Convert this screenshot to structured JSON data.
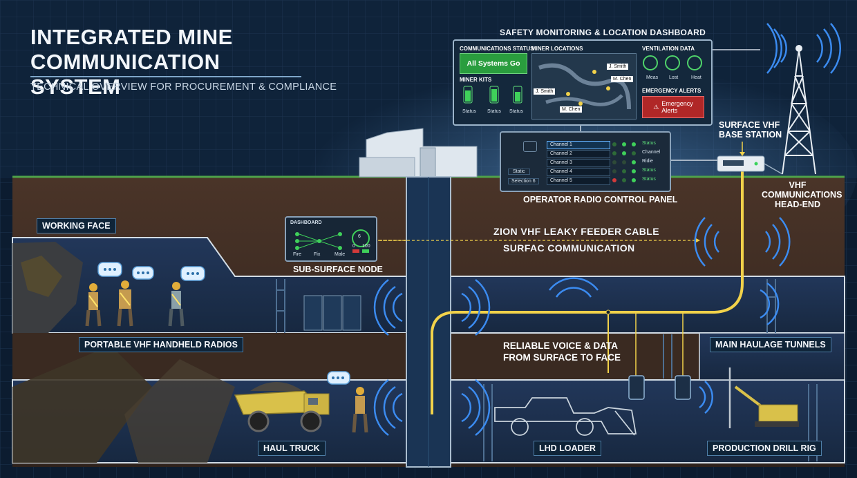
{
  "header": {
    "title_line1": "INTEGRATED MINE",
    "title_line2": "COMMUNICATION SYSTEM",
    "subtitle": "TECHNICAL OVERVIEW FOR PROCUREMENT & COMPLIANCE"
  },
  "dashboard": {
    "heading": "SAFETY MONITORING & LOCATION DASHBOARD",
    "comms_status_label": "COMMUNICATIONS STATUS",
    "all_systems": "All Systems Go",
    "miner_kits_label": "MINER KITS",
    "kit_status": [
      "Status",
      "Status",
      "Status"
    ],
    "miner_locations_label": "MINER LOCATIONS",
    "miners": [
      "J. Smith",
      "M. Chen",
      "J. Smith",
      "M. Chen"
    ],
    "ventilation_label": "VENTILATION DATA",
    "vent_items": [
      "Meas",
      "Lost",
      "Heat"
    ],
    "alerts_label": "EMERGENCY ALERTS",
    "alert_text_1": "Emergency",
    "alert_text_2": "Alerts"
  },
  "control_panel": {
    "label": "OPERATOR RADIO CONTROL PANEL",
    "left_buttons": [
      "Static",
      "Selection 6"
    ],
    "channels": [
      "Channel 1",
      "Channel 2",
      "Channel 3",
      "Channel 4",
      "Channel 5"
    ],
    "status_texts": [
      "Status",
      "Channel",
      "Ridie",
      "Status",
      "Status"
    ]
  },
  "surface": {
    "base_station_label_1": "SURFACE VHF",
    "base_station_label_2": "BASE STATION",
    "headend_label_1": "VHF",
    "headend_label_2": "COMMUNICATIONS",
    "headend_label_3": "HEAD-END"
  },
  "cable": {
    "label_1": "ZION VHF LEAKY FEEDER CABLE",
    "label_2": "SURFAC COMMUNICATION"
  },
  "subnode": {
    "label": "SUB-SURFACE NODE",
    "screen_title": "DASHBOARD",
    "screen_items": [
      "Fire",
      "Fix",
      "Male"
    ],
    "gauge_value": "6",
    "gauge_min": "0",
    "gauge_max": "100"
  },
  "areas": {
    "working_face": "WORKING FACE",
    "handheld": "PORTABLE VHF HANDHELD RADIOS",
    "haul_truck": "HAUL TRUCK",
    "lhd_loader": "LHD LOADER",
    "drill_rig": "PRODUCTION DRILL RIG",
    "haulage": "MAIN HAULAGE TUNNELS",
    "reliable_1": "RELIABLE VOICE & DATA",
    "reliable_2": "FROM SURFACE TO FACE"
  },
  "colors": {
    "background": "#0c1c30",
    "earth": "#3e2c22",
    "tunnel": "#1c2e46",
    "cable": "#f2d24a",
    "signal": "#3b8bf0",
    "ok_green": "#2a9d3e",
    "alert_red": "#b02727"
  }
}
